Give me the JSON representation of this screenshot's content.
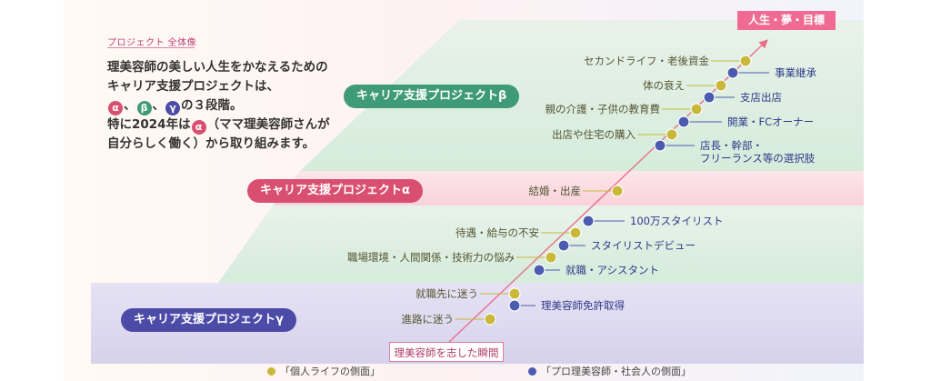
{
  "header": {
    "tag": "プロジェクト 全体像",
    "intro_lines": [
      "理美容師の美しい人生をかなえるための",
      "キャリア支援プロジェクトは、"
    ],
    "stages_suffix": "の３段階。",
    "greek": {
      "alpha": "α",
      "beta": "β",
      "gamma": "γ"
    },
    "line4_prefix": "特に2024年は",
    "line4_suffix": "（ママ理美容師さんが",
    "line5": "自分らしく働く）から取り組みます。"
  },
  "projects": {
    "beta": "キャリア支援プロジェクトβ",
    "alpha": "キャリア支援プロジェクトα",
    "gamma": "キャリア支援プロジェクトγ"
  },
  "goal": "人生・夢・目標",
  "start": "理美容師を志した瞬間",
  "milestones": [
    {
      "text": "進路に迷う",
      "type": "life"
    },
    {
      "text": "理美容師免許取得",
      "type": "pro"
    },
    {
      "text": "就職先に迷う",
      "type": "life"
    },
    {
      "text": "就職・アシスタント",
      "type": "pro"
    },
    {
      "text": "職場環境・人間関係・技術力の悩み",
      "type": "life"
    },
    {
      "text": "スタイリストデビュー",
      "type": "pro"
    },
    {
      "text": "待遇・給与の不安",
      "type": "life"
    },
    {
      "text": "100万スタイリスト",
      "type": "pro"
    },
    {
      "text": "結婚・出産",
      "type": "life"
    },
    {
      "text": "店長・幹部・",
      "text2": "フリーランス等の選択肢",
      "type": "pro"
    },
    {
      "text": "出店や住宅の購入",
      "type": "life"
    },
    {
      "text": "開業・FCオーナー",
      "type": "pro"
    },
    {
      "text": "親の介護・子供の教育費",
      "type": "life"
    },
    {
      "text": "支店出店",
      "type": "pro"
    },
    {
      "text": "体の衰え",
      "type": "life"
    },
    {
      "text": "事業継承",
      "type": "pro"
    },
    {
      "text": "セカンドライフ・老後資金",
      "type": "life"
    }
  ],
  "legend": {
    "life": "「個人ライフの側面」",
    "pro": "「プロ理美容師・社会人の側面」"
  },
  "colors": {
    "life_dot": "#c9b83a",
    "pro_dot": "#4b5bb0",
    "path": "#e8708f",
    "band_beta": "#d9eedd",
    "band_alpha": "#fbd9e0",
    "band_gamma": "#dcd8ef"
  }
}
